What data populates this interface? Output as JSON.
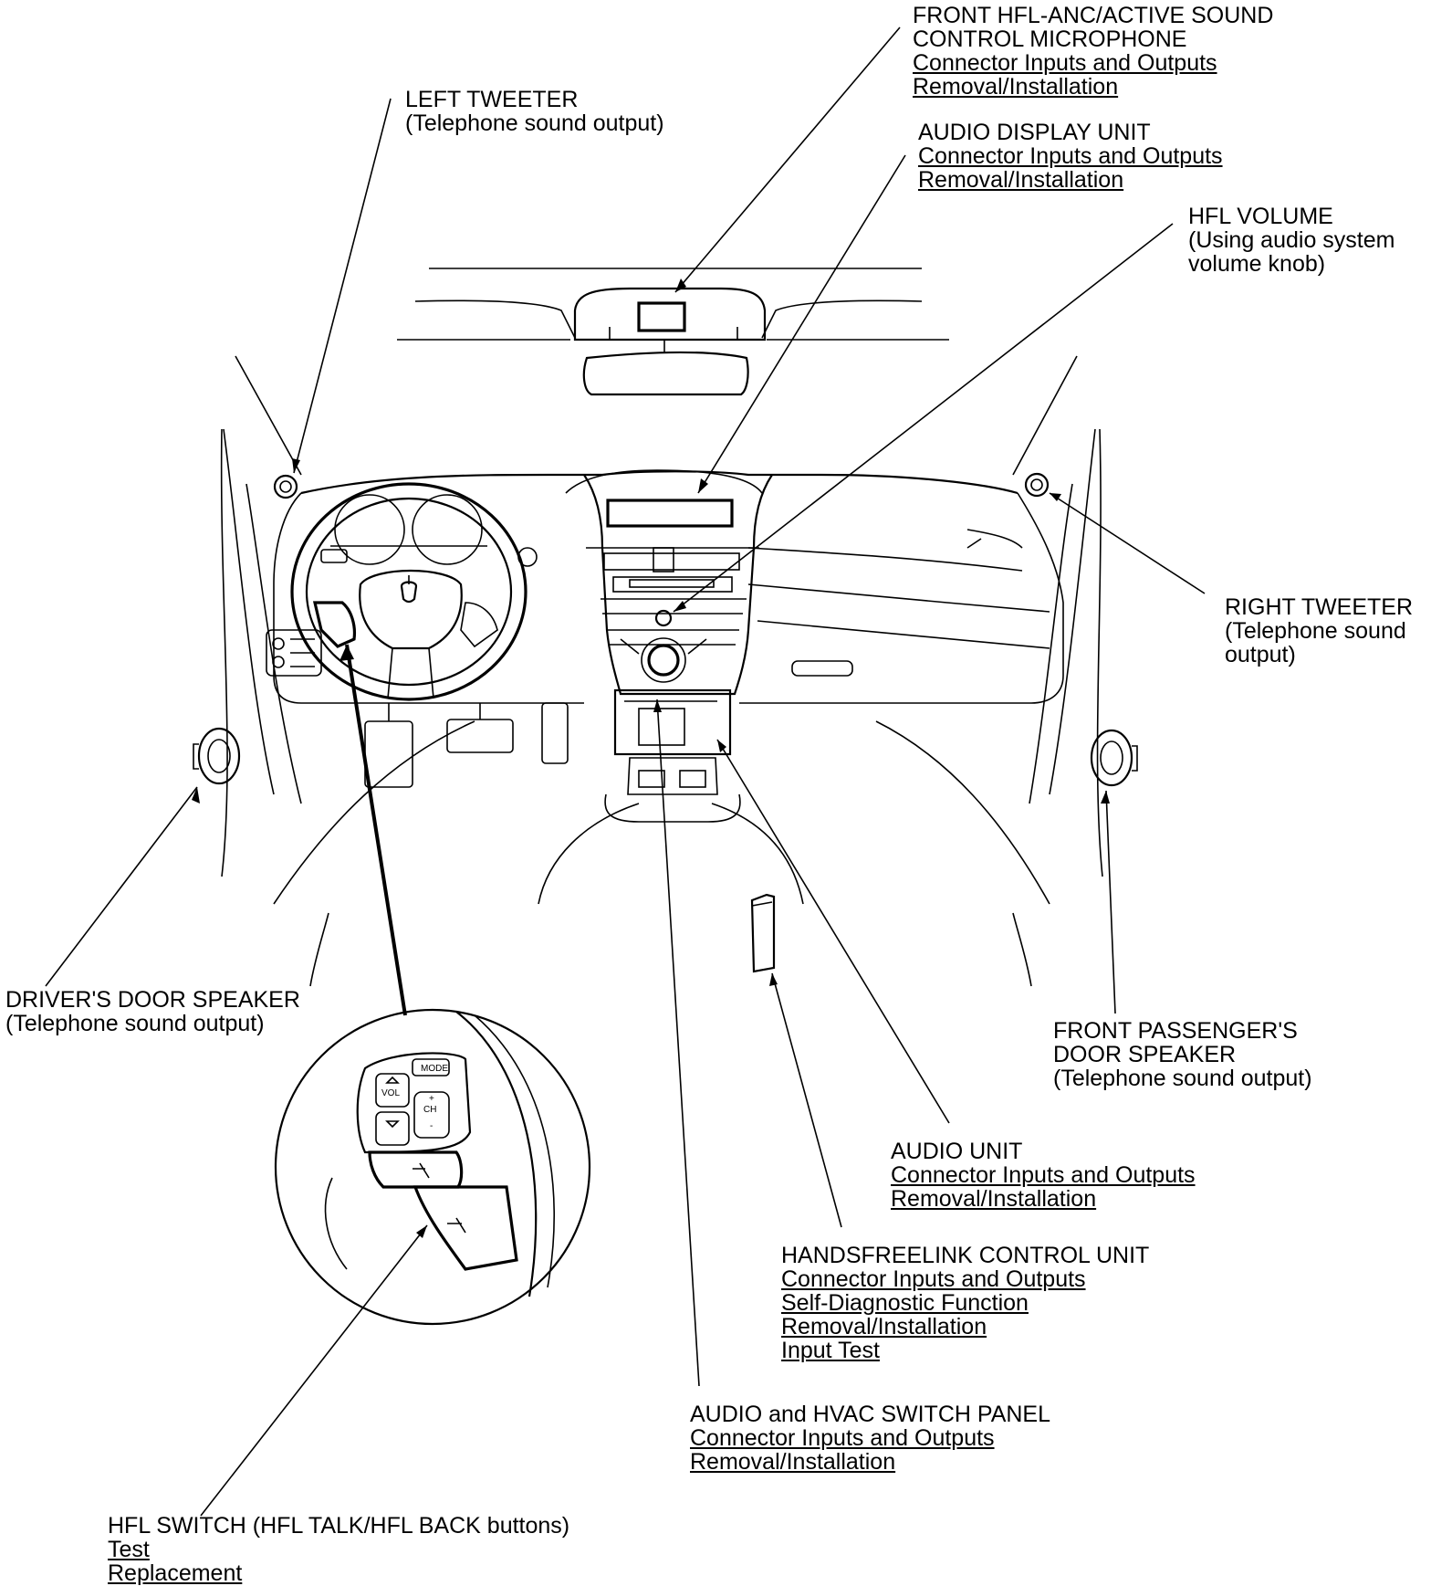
{
  "callouts": {
    "front_mic": {
      "title": [
        "FRONT HFL-ANC/ACTIVE SOUND",
        "CONTROL MICROPHONE"
      ],
      "links": [
        "Connector Inputs and Outputs",
        "Removal/Installation"
      ]
    },
    "left_tweeter": {
      "title": [
        "LEFT TWEETER",
        "(Telephone sound output)"
      ],
      "links": []
    },
    "audio_display": {
      "title": [
        "AUDIO DISPLAY UNIT"
      ],
      "links": [
        "Connector Inputs and Outputs",
        "Removal/Installation"
      ]
    },
    "hfl_volume": {
      "title": [
        "HFL VOLUME",
        "(Using audio system",
        "volume knob)"
      ],
      "links": []
    },
    "right_tweeter": {
      "title": [
        "RIGHT TWEETER",
        "(Telephone sound",
        "output)"
      ],
      "links": []
    },
    "drivers_door": {
      "title": [
        "DRIVER'S DOOR SPEAKER",
        "(Telephone sound output)"
      ],
      "links": []
    },
    "passenger_door": {
      "title": [
        "FRONT PASSENGER'S",
        "DOOR SPEAKER",
        "(Telephone sound output)"
      ],
      "links": []
    },
    "audio_unit": {
      "title": [
        "AUDIO UNIT"
      ],
      "links": [
        "Connector Inputs and Outputs",
        "Removal/Installation"
      ]
    },
    "hfl_control_unit": {
      "title": [
        "HANDSFREELINK CONTROL UNIT"
      ],
      "links": [
        "Connector Inputs and Outputs",
        "Self-Diagnostic Function",
        "Removal/Installation",
        "Input Test"
      ]
    },
    "switch_panel": {
      "title": [
        "AUDIO and HVAC SWITCH PANEL"
      ],
      "links": [
        "Connector Inputs and Outputs",
        "Removal/Installation"
      ]
    },
    "hfl_switch": {
      "title": [
        "HFL SWITCH (HFL TALK/HFL BACK buttons)"
      ],
      "links": [
        "Test",
        "Replacement"
      ]
    }
  },
  "inset_labels": {
    "mode": "MODE",
    "vol": "VOL",
    "ch": "CH",
    "plus": "+",
    "minus": "-"
  }
}
